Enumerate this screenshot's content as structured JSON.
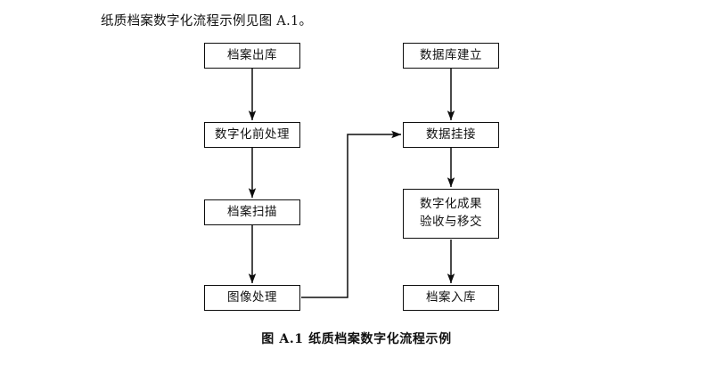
{
  "page": {
    "intro_text": "纸质档案数字化流程示例见图 A.1。",
    "caption": "图 A.1  纸质档案数字化流程示例",
    "background_color": "#ffffff",
    "line_color": "#0d0d0d",
    "text_color": "#111111"
  },
  "flowchart": {
    "type": "flowchart",
    "orientation": "two-column-vertical",
    "nodes": [
      {
        "id": "archive-out",
        "label": "档案出库",
        "lines": [
          "档案出库"
        ],
        "column": "left",
        "row": 1
      },
      {
        "id": "pre-process",
        "label": "数字化前处理",
        "lines": [
          "数字化前处理"
        ],
        "column": "left",
        "row": 2
      },
      {
        "id": "scan",
        "label": "档案扫描",
        "lines": [
          "档案扫描"
        ],
        "column": "left",
        "row": 3
      },
      {
        "id": "image-process",
        "label": "图像处理",
        "lines": [
          "图像处理"
        ],
        "column": "left",
        "row": 4
      },
      {
        "id": "db-build",
        "label": "数据库建立",
        "lines": [
          "数据库建立"
        ],
        "column": "right",
        "row": 1
      },
      {
        "id": "data-link",
        "label": "数据挂接",
        "lines": [
          "数据挂接"
        ],
        "column": "right",
        "row": 2
      },
      {
        "id": "accept",
        "label": "数字化成果验收与移交",
        "lines": [
          "数字化成果",
          "验收与移交"
        ],
        "column": "right",
        "row": 3
      },
      {
        "id": "archive-in",
        "label": "档案入库",
        "lines": [
          "档案入库"
        ],
        "column": "right",
        "row": 4
      }
    ],
    "edges": [
      {
        "from": "archive-out",
        "to": "pre-process",
        "style": "straight-vertical",
        "arrow": true
      },
      {
        "from": "pre-process",
        "to": "scan",
        "style": "straight-vertical",
        "arrow": true
      },
      {
        "from": "scan",
        "to": "image-process",
        "style": "straight-vertical",
        "arrow": true
      },
      {
        "from": "db-build",
        "to": "data-link",
        "style": "straight-vertical",
        "arrow": true
      },
      {
        "from": "data-link",
        "to": "accept",
        "style": "straight-vertical",
        "arrow": true
      },
      {
        "from": "accept",
        "to": "archive-in",
        "style": "straight-vertical",
        "arrow": true
      },
      {
        "from": "image-process",
        "to": "data-link",
        "style": "orthogonal-right-up-right",
        "arrow": true
      }
    ]
  }
}
